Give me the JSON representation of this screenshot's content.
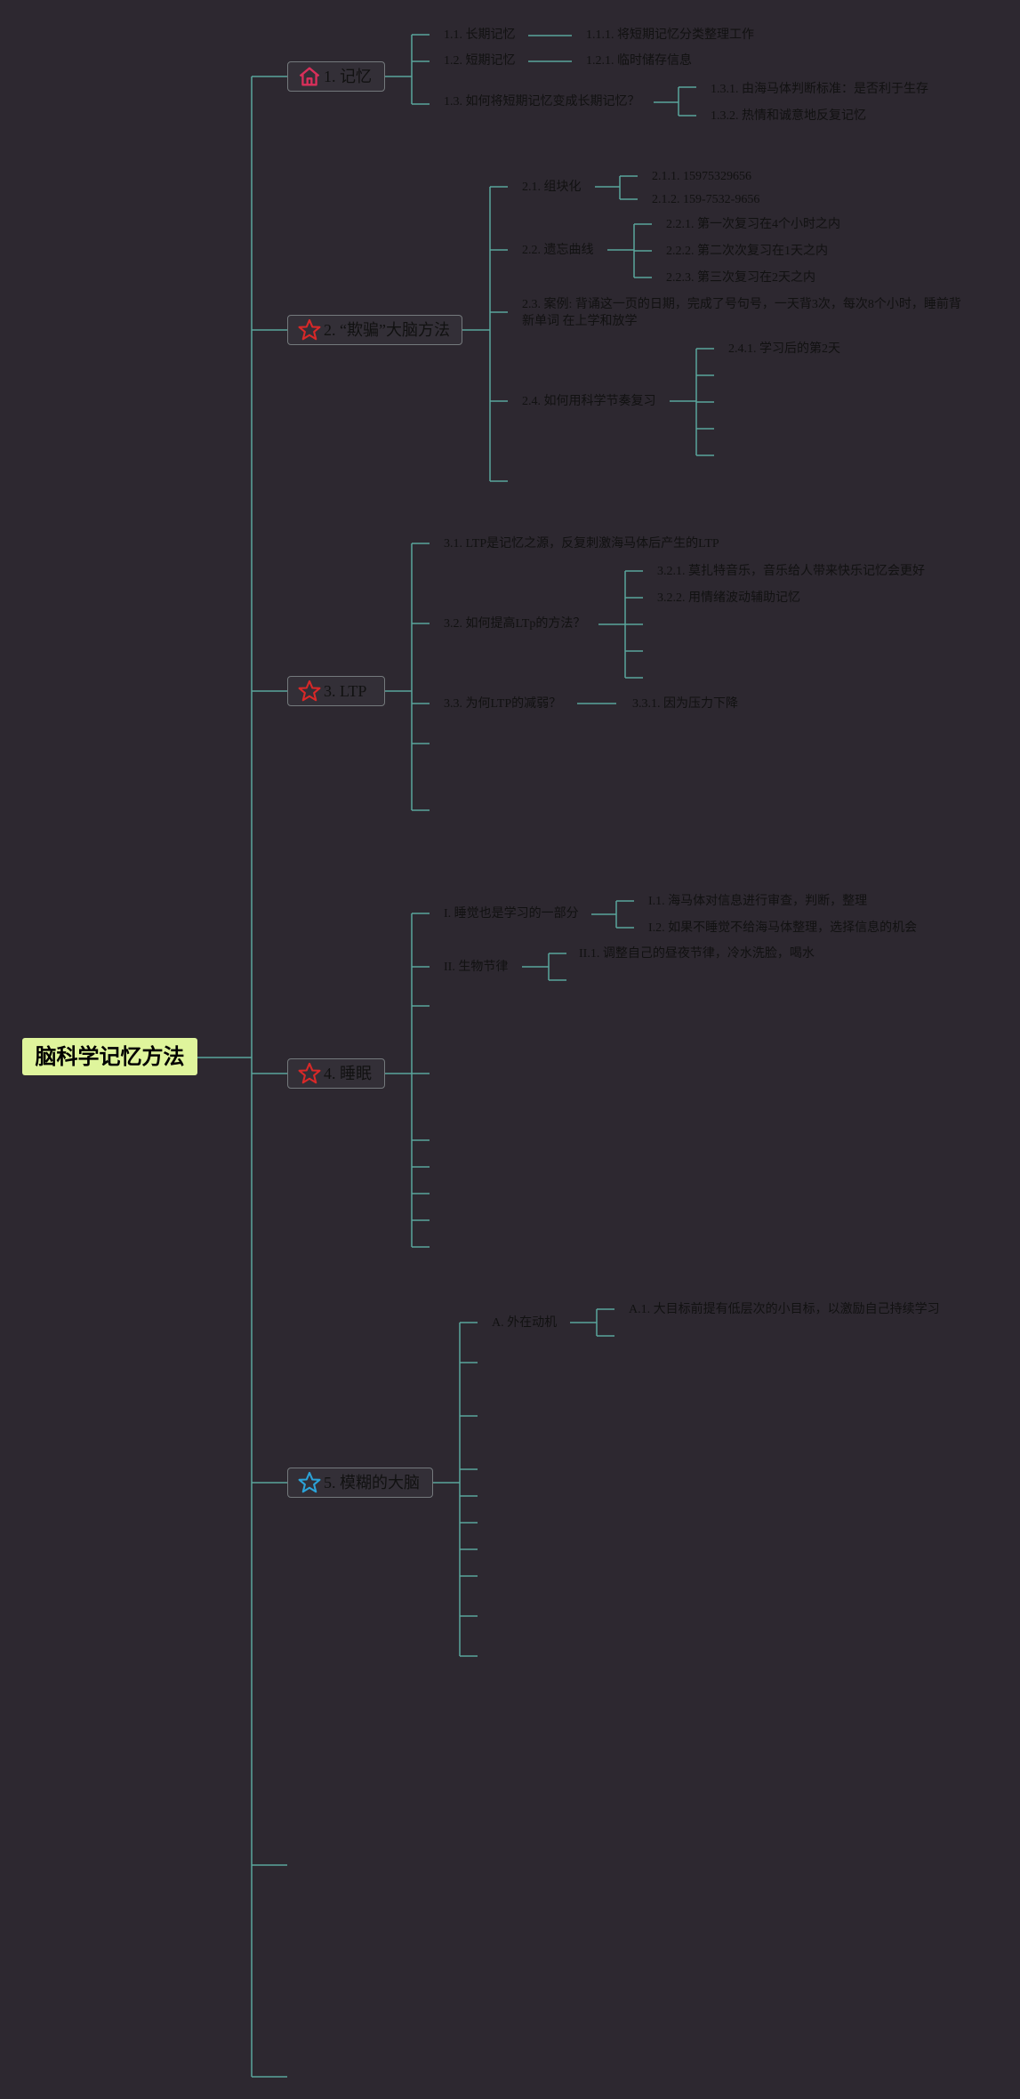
{
  "root": "脑科学记忆方法",
  "colors": {
    "background": "#2d2830",
    "connector": "#5aa69c",
    "root_fill": "#dff59c",
    "topic_border": "#74797c",
    "text": "#111111"
  },
  "topics": [
    {
      "label": "1. 记忆",
      "icon": "home-icon",
      "icon_color": "#d92f5a"
    },
    {
      "label": "2. “欺骗”大脑方法",
      "icon": "star-icon",
      "icon_color": "#d92828"
    },
    {
      "label": "3. LTP",
      "icon": "star-icon",
      "icon_color": "#d92828"
    },
    {
      "label": "4. 睡眠",
      "icon": "star-icon",
      "icon_color": "#d92828"
    },
    {
      "label": "5. 模糊的大脑",
      "icon": "star-icon",
      "icon_color": "#2ba3d8"
    }
  ],
  "t1": {
    "n1": "1.1. 长期记忆",
    "n1_1": "1.1.1. 将短期记忆分类整理工作",
    "n2": "1.2. 短期记忆",
    "n2_1": "1.2.1. 临时储存信息",
    "n3": "1.3. 如何将短期记忆变成长期记忆？",
    "n3_1": "1.3.1. 由海马体判断标准：是否利于生存",
    "n3_2": "1.3.2. 热情和诚意地反复记忆"
  },
  "t2": {
    "n1": "2.1. 组块化",
    "n1_1": "2.1.1. 15975329656",
    "n1_2": "2.1.2. 159-7532-9656",
    "n2": "2.2. 遗忘曲线",
    "n2_1": "2.2.1. 第一次复习在4个小时之内",
    "n2_2": "2.2.2. 第二次次复习在1天之内",
    "n2_3": "2.2.3. 第三次复习在2天之内",
    "n3": "2.3. 案例: 背诵这一页的日期，完成了号句号，一天背3次，每次8个小时，睡前背新单词 在上学和放学",
    "n4": "2.4. 如何用科学节奏复习",
    "n4_1": "2.4.1. 学习后的第2天"
  },
  "t3": {
    "n1": "3.1. LTP是记忆之源，反复刺激海马体后产生的LTP",
    "n2": "3.2. 如何提高LTp的方法？",
    "n2_1": "3.2.1. 莫扎特音乐，音乐给人带来快乐记忆会更好",
    "n2_2": "3.2.2. 用情绪波动辅助记忆",
    "n3": "3.3. 为何LTP的减弱？",
    "n3_1": "3.3.1. 因为压力下降"
  },
  "t4": {
    "n1": "I. 睡觉也是学习的一部分",
    "n1_1": "I.1. 海马体对信息进行审查，判断，整理",
    "n1_2": "I.2. 如果不睡觉不给海马体整理，选择信息的机会",
    "n2": "II. 生物节律",
    "n2_1": "II.1. 调整自己的昼夜节律，冷水洗脸，喝水"
  },
  "t5": {
    "n1": "A. 外在动机",
    "n1_1": "A.1. 大目标前提有低层次的小目标，以激励自己持续学习"
  }
}
